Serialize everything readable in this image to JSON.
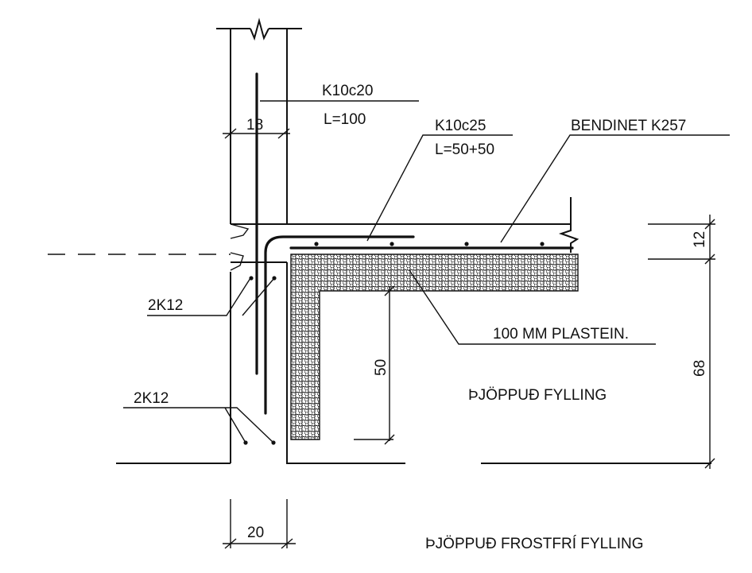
{
  "labels": {
    "k10c20": "K10c20",
    "k10c20_length": "L=100",
    "k10c25": "K10c25",
    "k10c25_length": "L=50+50",
    "bendinet": "BENDINET K257",
    "rebar_upper": "2K12",
    "rebar_lower": "2K12",
    "insulation": "100 MM PLASTEIN.",
    "fill_compacted": "ÞJÖPPUÐ FYLLING",
    "fill_frostfree": "ÞJÖPPUÐ FROSTFRÍ FYLLING"
  },
  "dimensions": {
    "wall_inner": "18",
    "wall_base": "20",
    "insulation_depth": "50",
    "slab_thickness": "12",
    "total_depth": "68"
  },
  "colors": {
    "line": "#111111",
    "background": "#ffffff"
  }
}
